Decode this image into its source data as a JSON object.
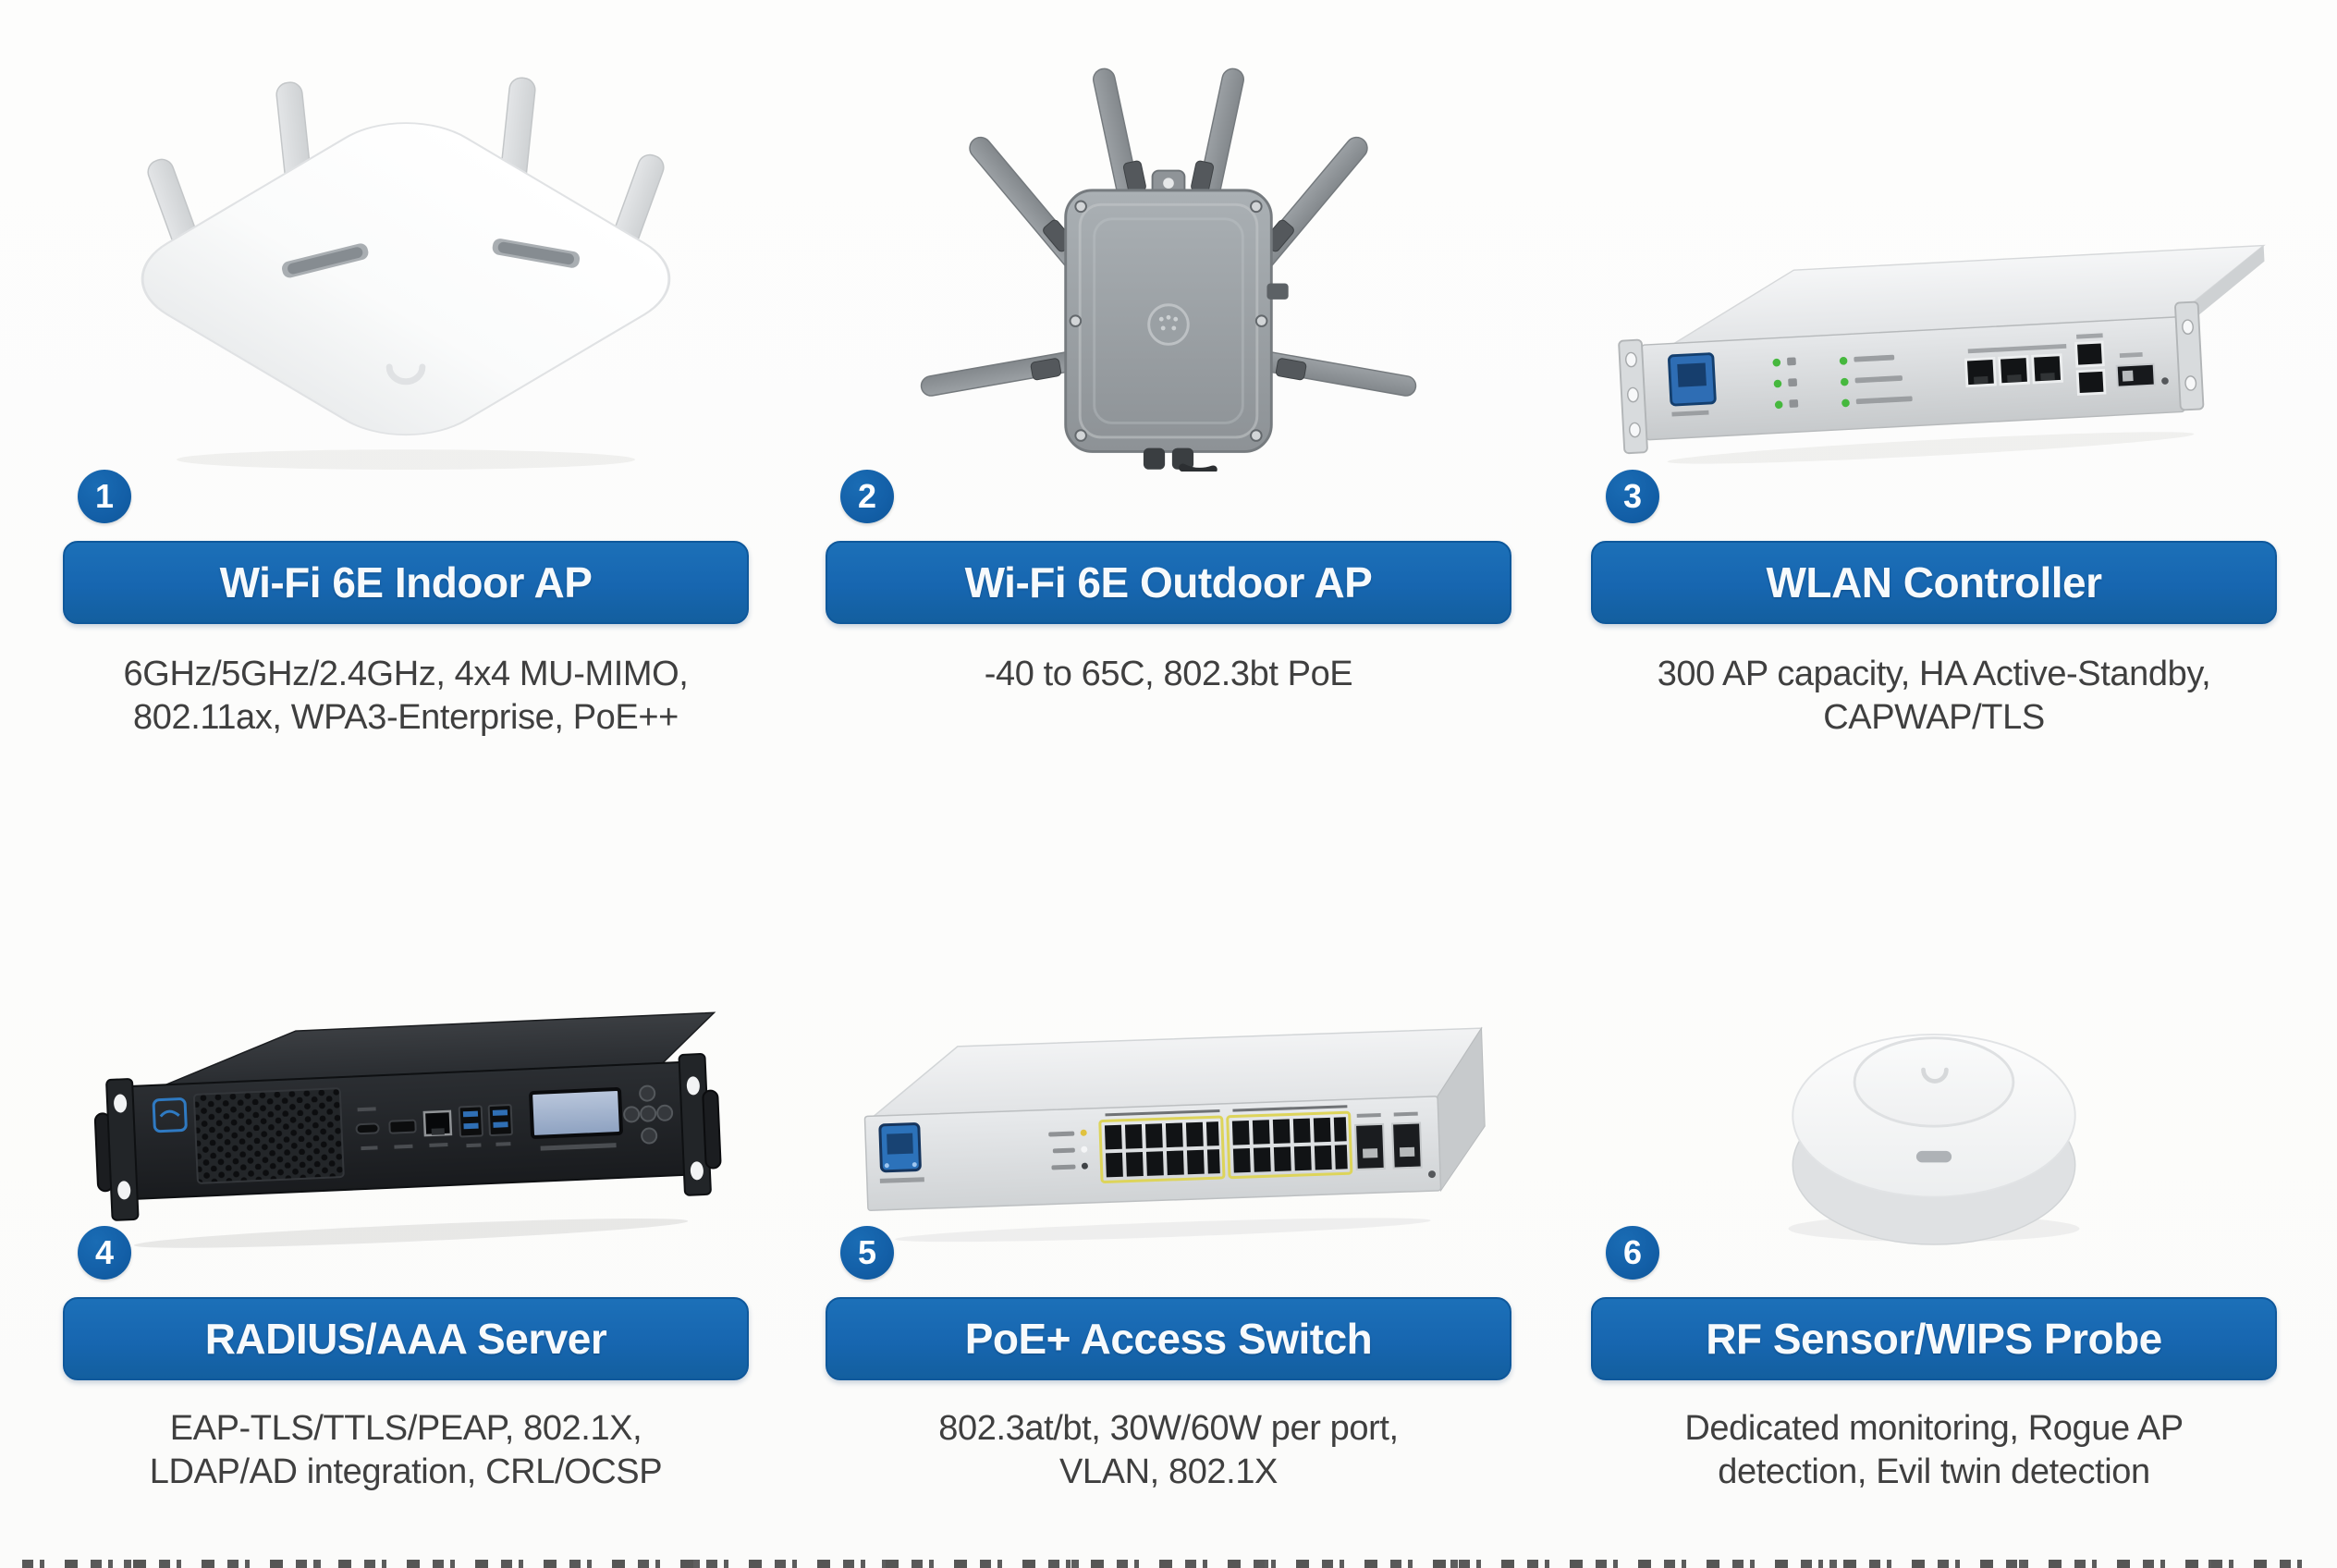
{
  "page": {
    "background": "#fcfcfc",
    "banner_blue": "#1766b0",
    "badge_blue": "#135fa7",
    "title_text_color": "#ffffff",
    "description_text_color": "#3f3f3f"
  },
  "products": [
    {
      "number": "1",
      "title": "Wi-Fi 6E Indoor AP",
      "description": "6GHz/5GHz/2.4GHz, 4x4 MU-MIMO,\n802.11ax, WPA3-Enterprise, PoE++",
      "illustration": "ceiling-mount-indoor-access-point"
    },
    {
      "number": "2",
      "title": "Wi-Fi 6E Outdoor AP",
      "description": "-40 to 65C, 802.3bt PoE",
      "illustration": "rugged-outdoor-access-point-with-antennas"
    },
    {
      "number": "3",
      "title": "WLAN Controller",
      "description": "300 AP capacity, HA Active-Standby,\nCAPWAP/TLS",
      "illustration": "rackmount-wlan-controller-appliance"
    },
    {
      "number": "4",
      "title": "RADIUS/AAA Server",
      "description": "EAP-TLS/TTLS/PEAP, 802.1X,\nLDAP/AD integration, CRL/OCSP",
      "illustration": "black-1u-rackmount-server"
    },
    {
      "number": "5",
      "title": "PoE+ Access Switch",
      "description": "802.3at/bt, 30W/60W per port,\nVLAN, 802.1X",
      "illustration": "24-port-poe-access-switch"
    },
    {
      "number": "6",
      "title": "RF Sensor/WIPS Probe",
      "description": "Dedicated monitoring, Rogue AP\ndetection, Evil twin detection",
      "illustration": "round-ceiling-rf-sensor"
    }
  ]
}
